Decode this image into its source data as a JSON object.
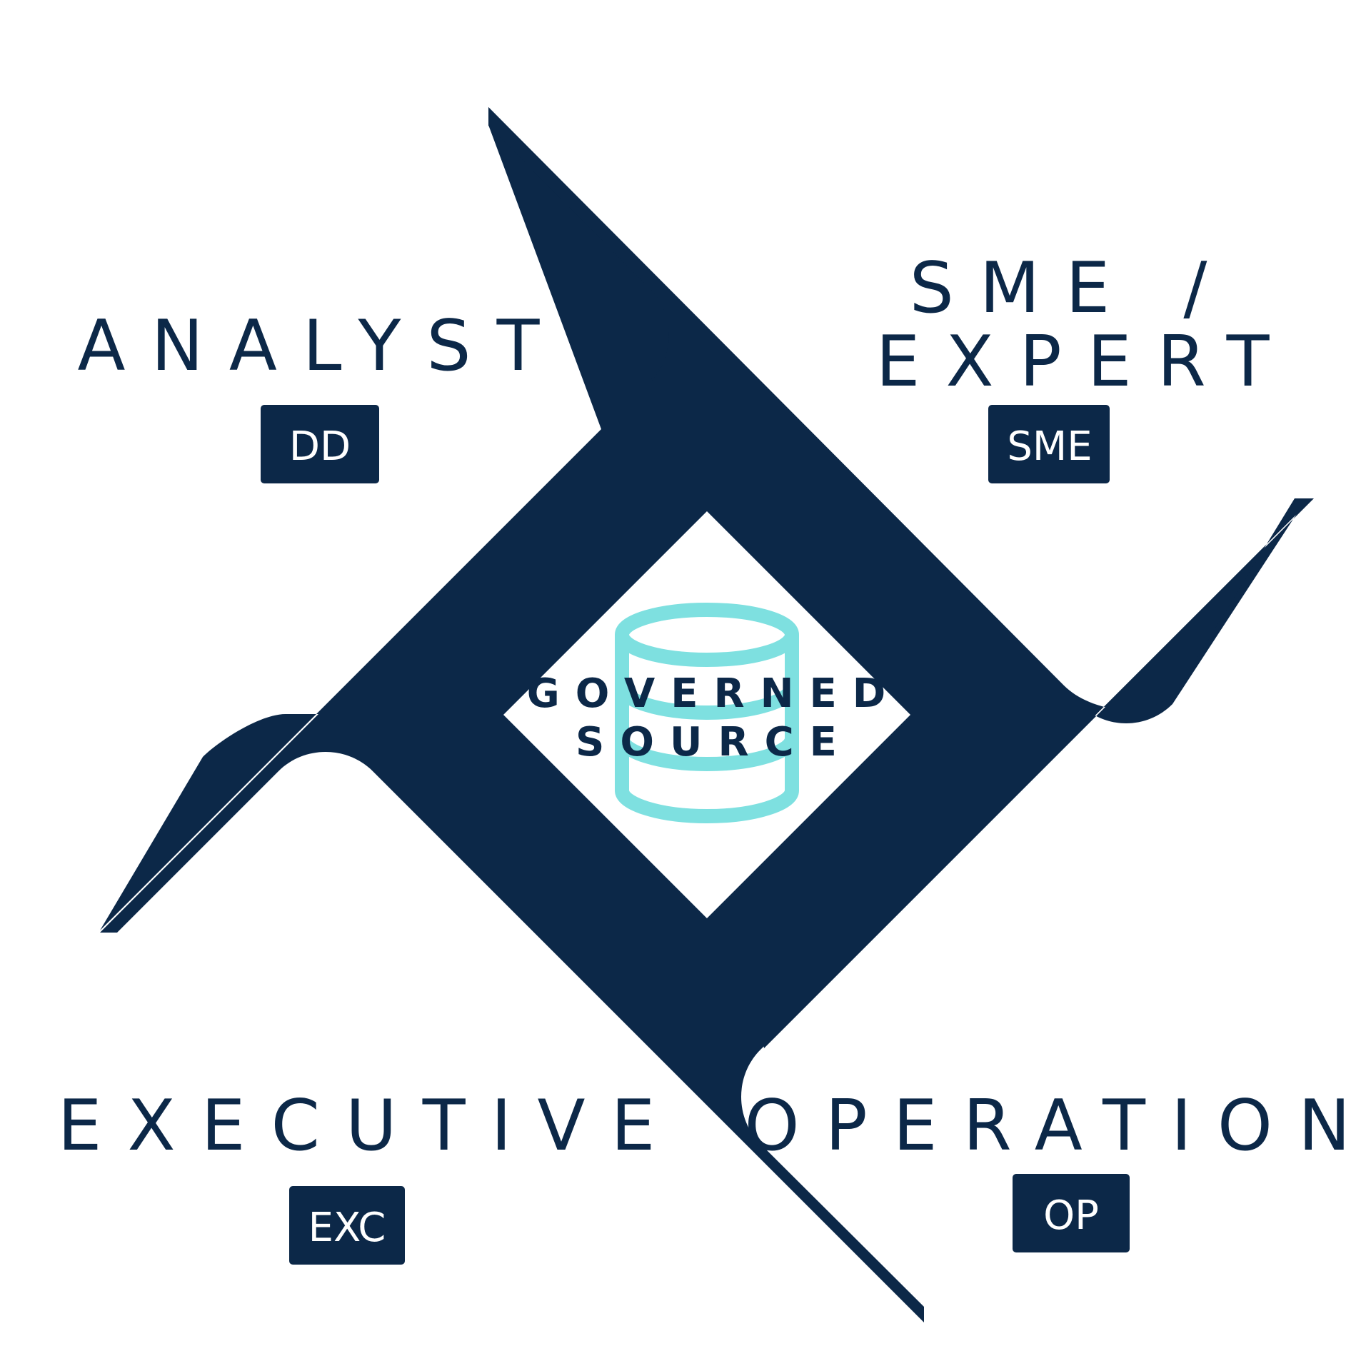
{
  "center": {
    "line1": "GOVERNED",
    "line2": "SOURCE",
    "icon": "database-icon"
  },
  "roles": {
    "analyst": {
      "title": "ANALYST",
      "badge": "DD"
    },
    "sme": {
      "title_line1": "SME /",
      "title_line2": "EXPERT",
      "badge": "SME"
    },
    "executive": {
      "title": "EXECUTIVE",
      "badge": "EXC"
    },
    "operations": {
      "title": "OPERATIONS",
      "badge": "OP"
    }
  },
  "colors": {
    "navy": "#0c2848",
    "cyan": "#7ee0e0",
    "white": "#ffffff"
  }
}
